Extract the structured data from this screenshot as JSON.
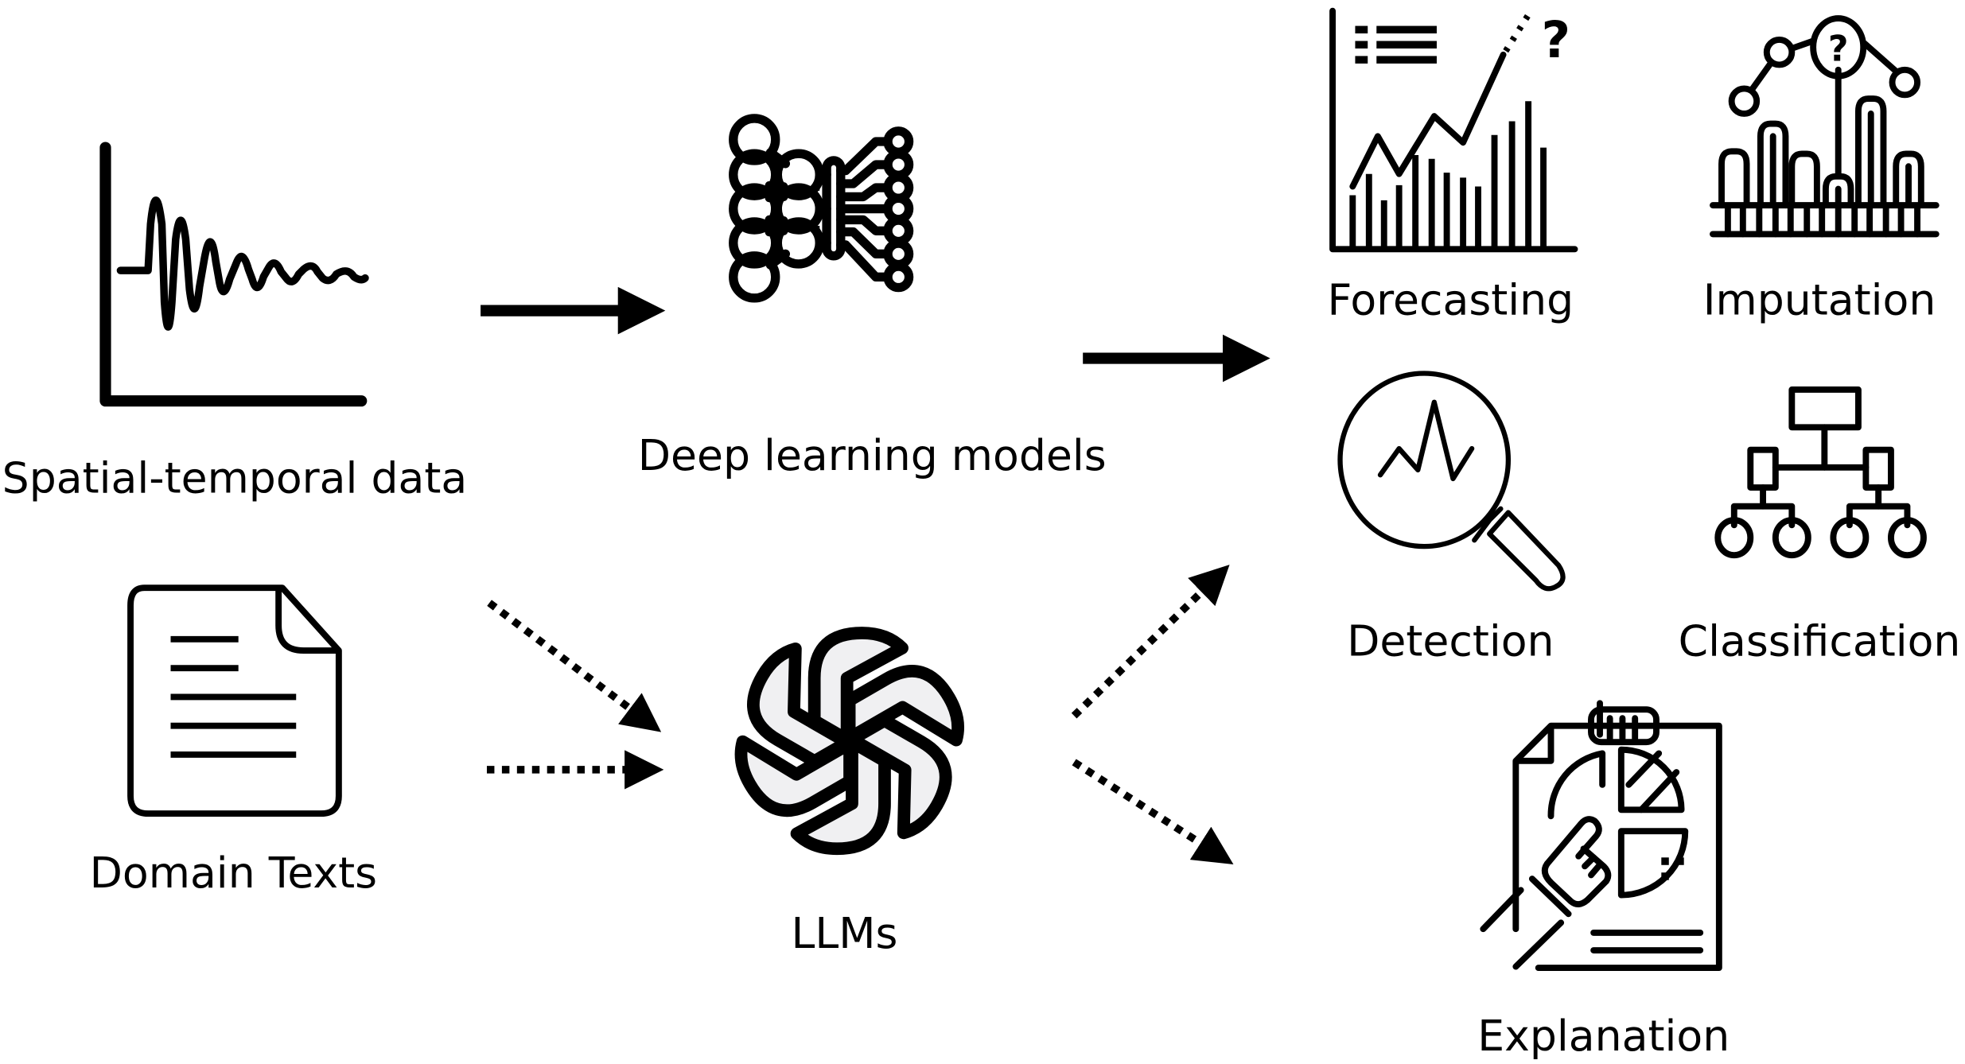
{
  "diagram": {
    "title": "Spatial-temporal data analysis: deep learning models vs LLMs",
    "nodes": {
      "spatial_temporal": {
        "label": "Spatial-temporal data",
        "icon": "time-series-chart-icon"
      },
      "domain_texts": {
        "label": "Domain Texts",
        "icon": "document-icon"
      },
      "deep_learning": {
        "label": "Deep learning models",
        "icon": "neural-network-icon"
      },
      "llms": {
        "label": "LLMs",
        "icon": "llm-logo-icon"
      },
      "forecasting": {
        "label": "Forecasting",
        "icon": "forecast-chart-icon"
      },
      "imputation": {
        "label": "Imputation",
        "icon": "imputation-chart-icon"
      },
      "detection": {
        "label": "Detection",
        "icon": "magnifier-icon"
      },
      "classification": {
        "label": "Classification",
        "icon": "hierarchy-tree-icon"
      },
      "explanation": {
        "label": "Explanation",
        "icon": "report-pointer-icon"
      }
    },
    "edges": [
      {
        "from": "spatial_temporal",
        "to": "deep_learning",
        "style": "solid"
      },
      {
        "from": "deep_learning",
        "to": "tasks",
        "style": "solid"
      },
      {
        "from": "spatial_temporal",
        "to": "llms",
        "style": "dotted"
      },
      {
        "from": "domain_texts",
        "to": "llms",
        "style": "dotted"
      },
      {
        "from": "llms",
        "to": "tasks",
        "style": "dotted"
      },
      {
        "from": "llms",
        "to": "explanation",
        "style": "dotted"
      }
    ],
    "colors": {
      "stroke": "#000000",
      "llm_fill": "#f0f0f2",
      "background": "#ffffff"
    }
  }
}
